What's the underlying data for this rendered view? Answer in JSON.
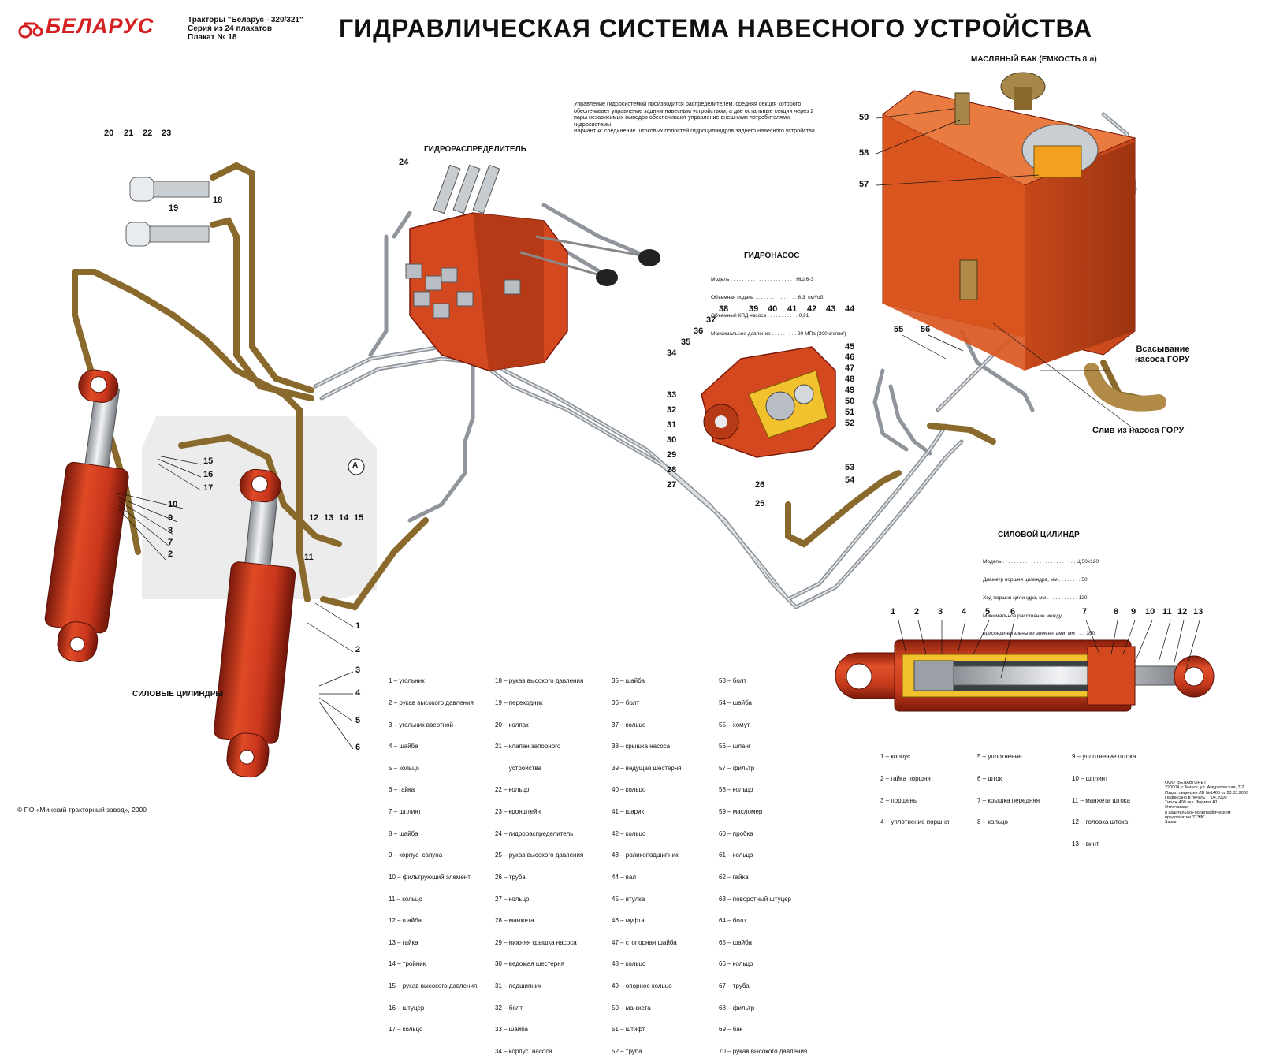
{
  "header": {
    "brand": "БЕЛАРУС",
    "series_lines": [
      "Тракторы \"Беларус - 320/321\"",
      "Серия из 24 плакатов",
      "Плакат № 18"
    ],
    "title": "ГИДРАВЛИЧЕСКАЯ СИСТЕМА НАВЕСНОГО УСТРОЙСТВА"
  },
  "headings": {
    "tank": "МАСЛЯНЫЙ БАК (ЕМКОСТЬ 8 л)",
    "distributor": "ГИДРОРАСПРЕДЕЛИТЕЛЬ",
    "pump": "ГИДРОНАСОС",
    "power_cylinder": "СИЛОВОЙ ЦИЛИНДР",
    "power_cylinders": "СИЛОВЫЕ ЦИЛИНДРЫ"
  },
  "description": "Управление гидросистемой производится распределителем, средняя секция которого обеспечивает управление задним навесным устройством, а две остальные секции через 2 пары независимых выводов обеспечивают управление внешними потребителями гидросистемы.\n   Вариант А: соединение штоковых полостей гидроцилиндров заднего навесного устройства.",
  "pump_specs": [
    "Модель . . . . . . . . . . . . . . . . . . . . . . . НШ 6-3",
    "Объемная подача . . . . . . . . . . . . . . . 6,3  см³/об.",
    "Объемный КПД насоса . . . . . . . . . . . 0,91",
    "Максимальное давление . . . . . . . . . 20 МПа (200 кгс/см²)"
  ],
  "cylinder_specs": [
    "Модель . . . . . . . . . . . . . . . . . . . . . . . . . . Ц 50х120",
    "Диаметр поршня цилиндра, мм . . . . . . . . 50",
    "Ход поршня цилиндра, мм . . . . . . . . . . . 120",
    "Минимальное расстояние между",
    "присоединительными элементами, мм . . .  350"
  ],
  "notes": {
    "suction": "Всасывание\nнасоса ГОРУ",
    "drain": "Слив из насоса ГОРУ",
    "variant": "А"
  },
  "legend_col1": [
    "1 – угольник",
    "2 – рукав высокого давления",
    "3 – угольник ввертной",
    "4 – шайба",
    "5 – кольцо",
    "6 – гайка",
    "7 – шплинт",
    "8 – шайба",
    "9 – корпус  сапуна",
    "10 – фильтрующий элемент",
    "11 – кольцо",
    "12 – шайба",
    "13 – гайка",
    "14 – тройник",
    "15 – рукав высокого давления",
    "16 – штуцер",
    "17 – кольцо"
  ],
  "legend_col2": [
    "18 – рукав высокого давления",
    "19 – переходник",
    "20 – колпак",
    "21 – клапан запорного",
    "        устройства",
    "22 – кольцо",
    "23 – кронштейн",
    "24 – гидрораспределитель",
    "25 – рукав высокого давления",
    "26 – труба",
    "27 – кольцо",
    "28 – манжета",
    "29 – нижняя крышка насоса",
    "30 – ведомая шестерня",
    "31 – подшипник",
    "32 – болт",
    "33 – шайба",
    "34 – корпус  насоса"
  ],
  "legend_col3": [
    "35 – шайба",
    "36 – болт",
    "37 – кольцо",
    "38 – крышка насоса",
    "39 – ведущая шестерня",
    "40 – кольцо",
    "41 – шарик",
    "42 – кольцо",
    "43 – роликоподшипник",
    "44 – вал",
    "45 – втулка",
    "46 – муфта",
    "47 – стопорная шайба",
    "48 – кольцо",
    "49 – опорное кольцо",
    "50 – манжета",
    "51 – штифт",
    "52 – труба"
  ],
  "legend_col4": [
    "53 – болт",
    "54 – шайба",
    "55 – хомут",
    "56 – шланг",
    "57 – фильтр",
    "58 – кольцо",
    "59 – масломер",
    "60 – пробка",
    "61 – кольцо",
    "62 – гайка",
    "63 – поворотный штуцер",
    "64 – болт",
    "65 – шайба",
    "66 – кольцо",
    "67 – труба",
    "68 – фильтр",
    "69 – бак",
    "70 – рукав высокого давления"
  ],
  "cyl_legend_col1": [
    "1 – корпус",
    "2 – гайка поршня",
    "3 – поршень",
    "4 – уплотнение поршня"
  ],
  "cyl_legend_col2": [
    "5 – уплотнение",
    "6 – шток",
    "7 – крышка передняя",
    "8 – кольцо"
  ],
  "cyl_legend_col3": [
    "9 – уплотнение штока",
    "10 – шплинт",
    "11 – манжета штока",
    "12 – головка штока",
    "13 – винт"
  ],
  "footer": "© ПО «Минский тракторный завод», 2000",
  "publisher": "ООО \"БЕЛАВТОНЕТ\"\n220004, г. Минск, ул. Амуратовская, 7-2\nИздат. лицензия ЛВ №1466 от 23.03.2000\nПодписано в печать     04.2000\nТираж 400 экз. Формат А1\nОтпечатано\nв издательско-полиграфическом\nпредприятии \"СЭФ\"\nЗаказ",
  "callouts": {
    "top_left": [
      "20",
      "21",
      "22",
      "23",
      "18",
      "19"
    ],
    "distributor": [
      "24"
    ],
    "left_cyl": [
      "10",
      "9",
      "8",
      "7",
      "2"
    ],
    "box": [
      "15",
      "16",
      "17",
      "12",
      "13",
      "14",
      "15",
      "11"
    ],
    "right_cyl": [
      "1",
      "2",
      "3",
      "4",
      "5",
      "6"
    ],
    "pump_top": [
      "38",
      "39",
      "40",
      "41",
      "42",
      "43",
      "44",
      "37",
      "36",
      "35",
      "34"
    ],
    "pump_right": [
      "45",
      "46",
      "47",
      "48",
      "49",
      "50",
      "51",
      "52",
      "53",
      "54"
    ],
    "pump_left": [
      "33",
      "32",
      "31",
      "30",
      "29",
      "28",
      "27",
      "26",
      "25"
    ],
    "tank": [
      "59",
      "58",
      "57",
      "55",
      "56"
    ],
    "cyl_section": [
      "1",
      "2",
      "3",
      "4",
      "5",
      "6",
      "7",
      "8",
      "9",
      "10",
      "11",
      "12",
      "13"
    ]
  },
  "colors": {
    "brand_red": "#d42020",
    "cylinder_red": "#c9361c",
    "tank_orange": "#d9541e",
    "hose_olive": "#9a7a3a",
    "pipe_grey": "#9aa0a6",
    "box_grey": "#e6e6e6"
  }
}
